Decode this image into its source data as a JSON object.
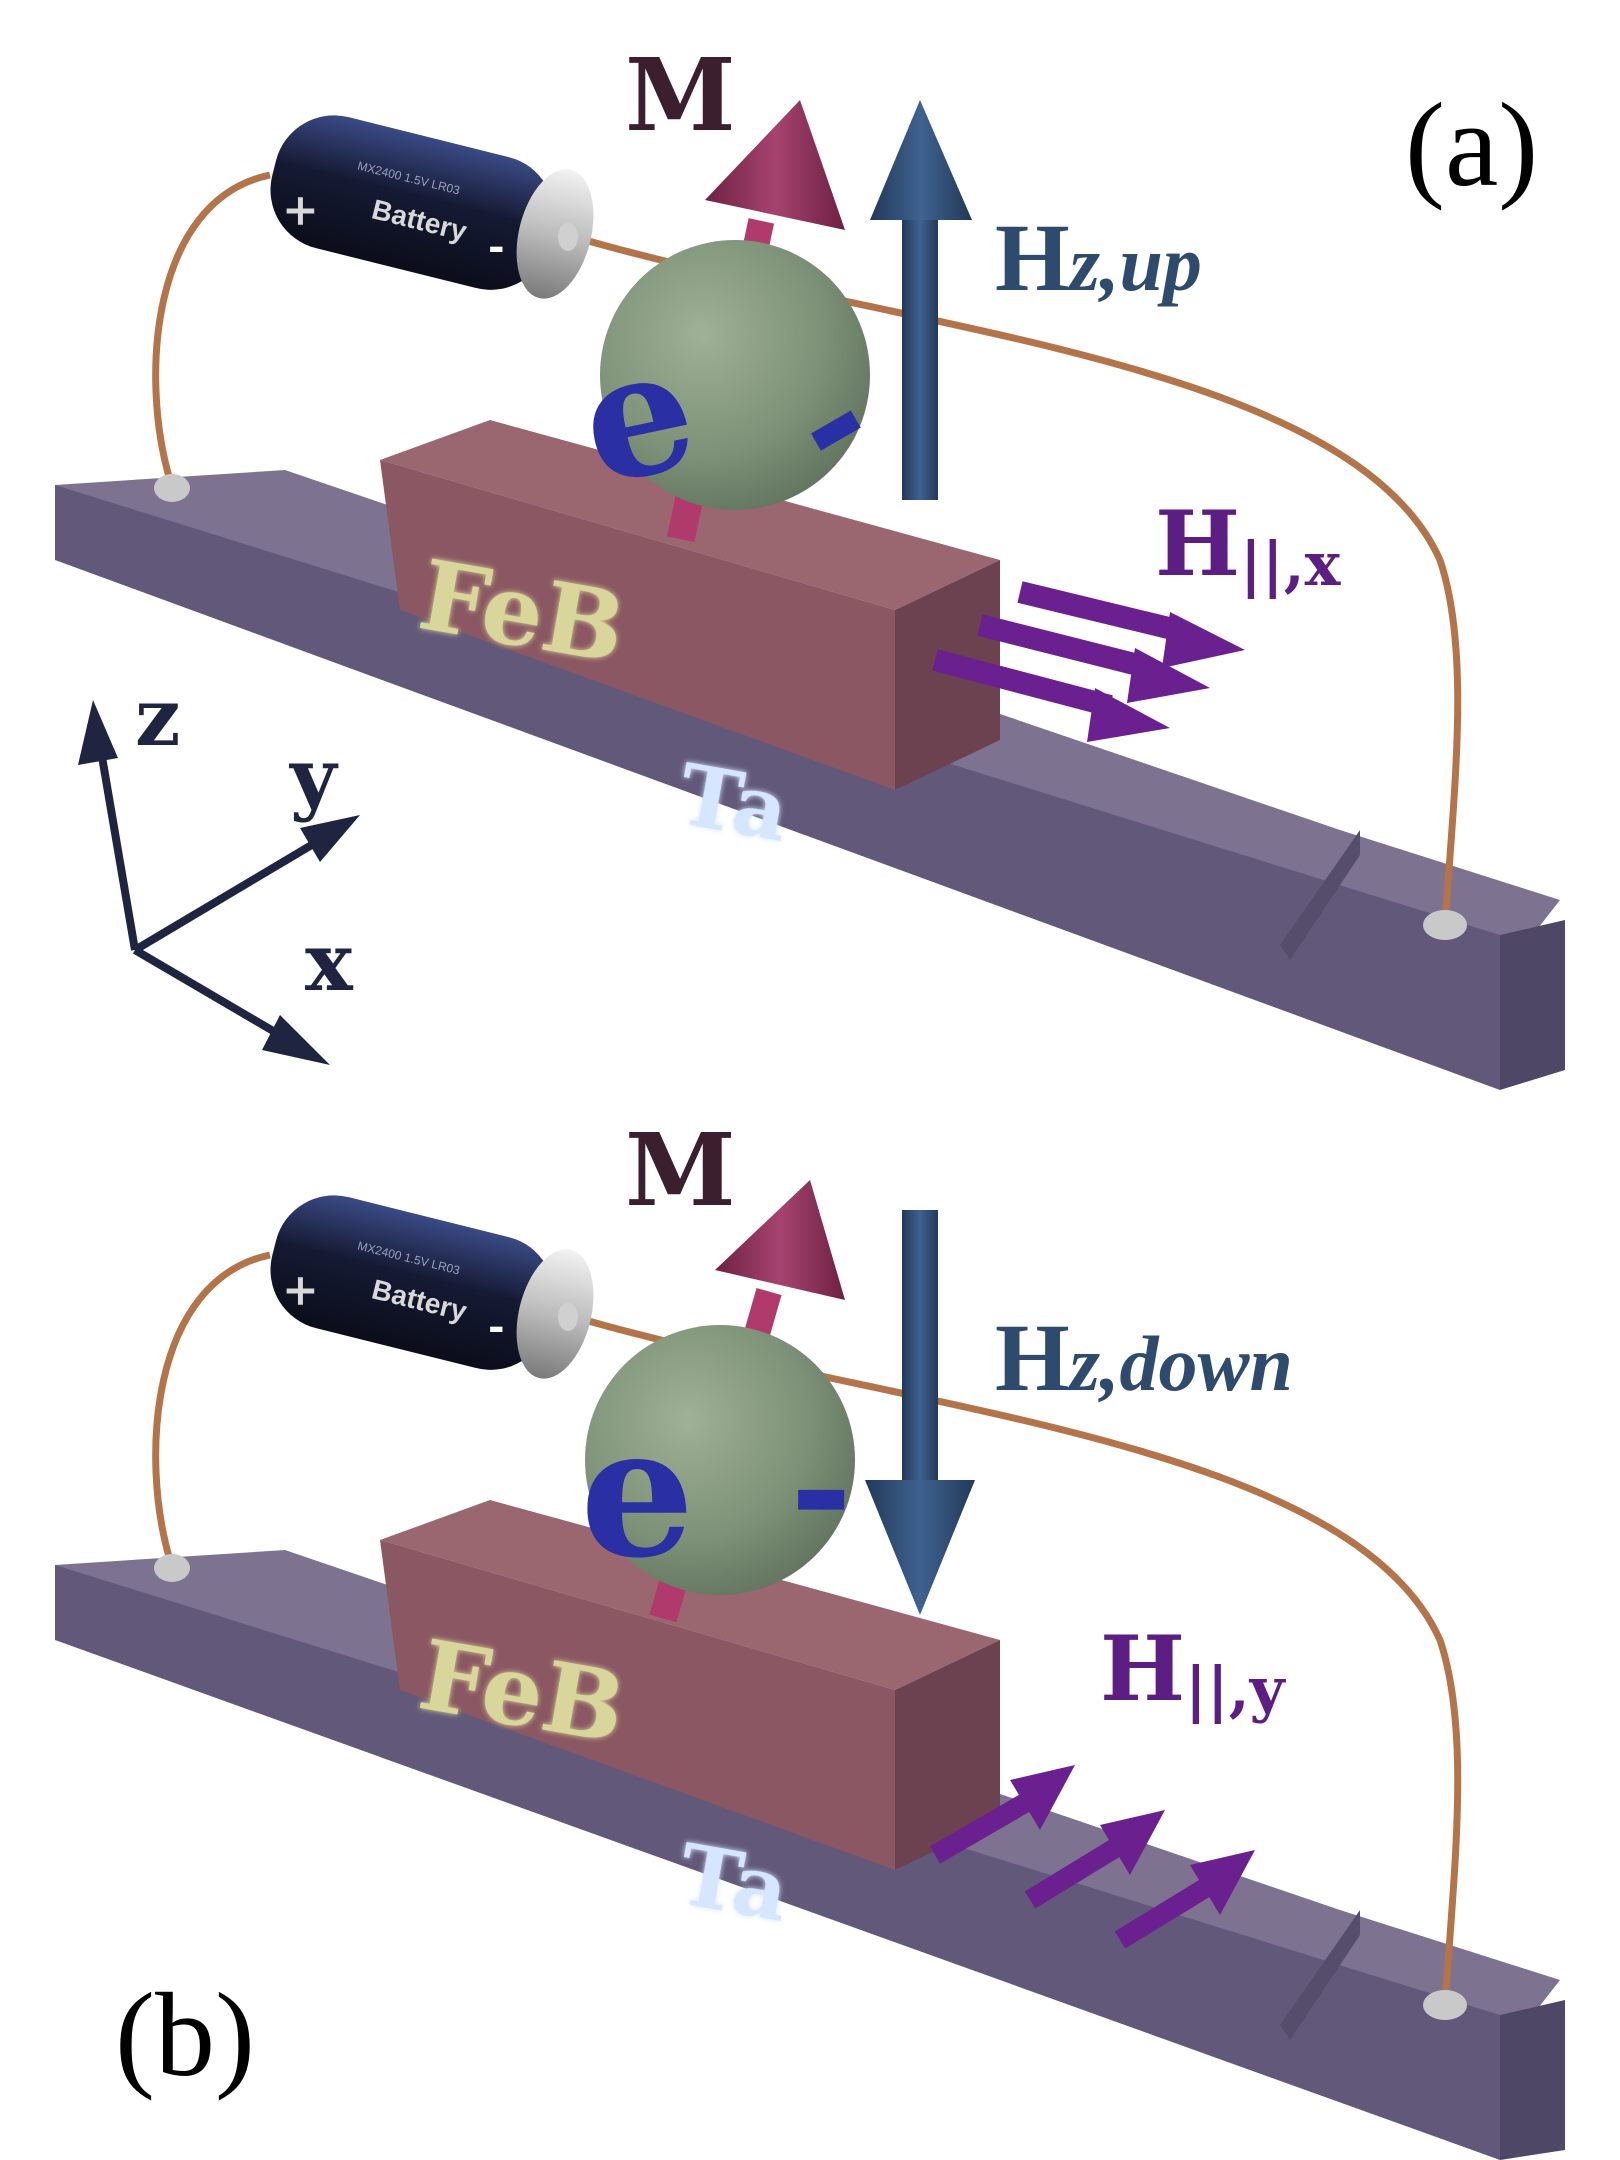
{
  "panel_a": {
    "tag": "(a)",
    "battery": {
      "brand": "Battery",
      "model": "MX2400 1.5V LR03",
      "plus": "+",
      "minus": "-"
    },
    "electron": {
      "letter": "e",
      "sign": "-"
    },
    "magnetization": "M",
    "field_main": {
      "sym": "H",
      "sub": "z,up"
    },
    "field_inplane": {
      "sym": "H",
      "sub": "||,x"
    },
    "layer_top": "FeB",
    "layer_bottom": "Ta",
    "axes": {
      "z": "z",
      "y": "y",
      "x": "x"
    }
  },
  "panel_b": {
    "tag": "(b)",
    "battery": {
      "brand": "Battery",
      "model": "MX2400 1.5V LR03",
      "plus": "+",
      "minus": "-"
    },
    "electron": {
      "letter": "e",
      "sign": "-"
    },
    "magnetization": "M",
    "field_main": {
      "sym": "H",
      "sub": "z,down"
    },
    "field_inplane": {
      "sym": "H",
      "sub": "||,y"
    },
    "layer_top": "FeB",
    "layer_bottom": "Ta"
  },
  "colors": {
    "ta_top": "#79708a",
    "ta_front": "#615776",
    "feb_front": "#8a5660",
    "feb_side": "#6e4550",
    "feb_top": "#94606a",
    "feb_label": "#d9d79a",
    "ta_label": "#cfe0ff",
    "sphere": "#7f9479",
    "electron_text": "#2a2fa0",
    "m_arrow": "#8a2d55",
    "hz_arrow": "#2e4a72",
    "hpar_arrow": "#6b2090",
    "wire": "#b7754a",
    "label_dark": "#3b1f2f",
    "label_blue": "#2e4b6e",
    "label_purple": "#5c1e82",
    "axis_dark": "#1f2440"
  }
}
